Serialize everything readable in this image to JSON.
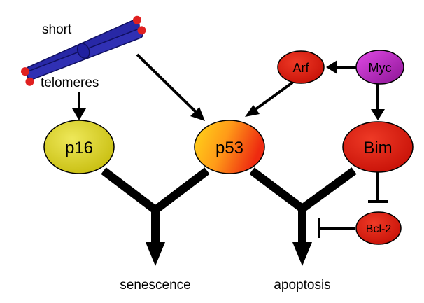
{
  "labels": {
    "short": "short",
    "telomeres": "telomeres",
    "senescence": "senescence",
    "apoptosis": "apoptosis"
  },
  "nodes": {
    "p16": "p16",
    "p53": "p53",
    "arf": "Arf",
    "myc": "Myc",
    "bim": "Bim",
    "bcl2": "Bcl-2"
  },
  "colors": {
    "p16": "#d4cc1e",
    "p53_start": "#ffd21a",
    "p53_end": "#ee2a10",
    "arf": "#dd1a10",
    "myc_start": "#d23ad8",
    "myc_end": "#9a1aa0",
    "bim": "#dd1a10",
    "bcl2": "#d81810",
    "chromosome": "#2a2aa8",
    "telomere_tip": "#e02020",
    "arrow": "#000000"
  }
}
